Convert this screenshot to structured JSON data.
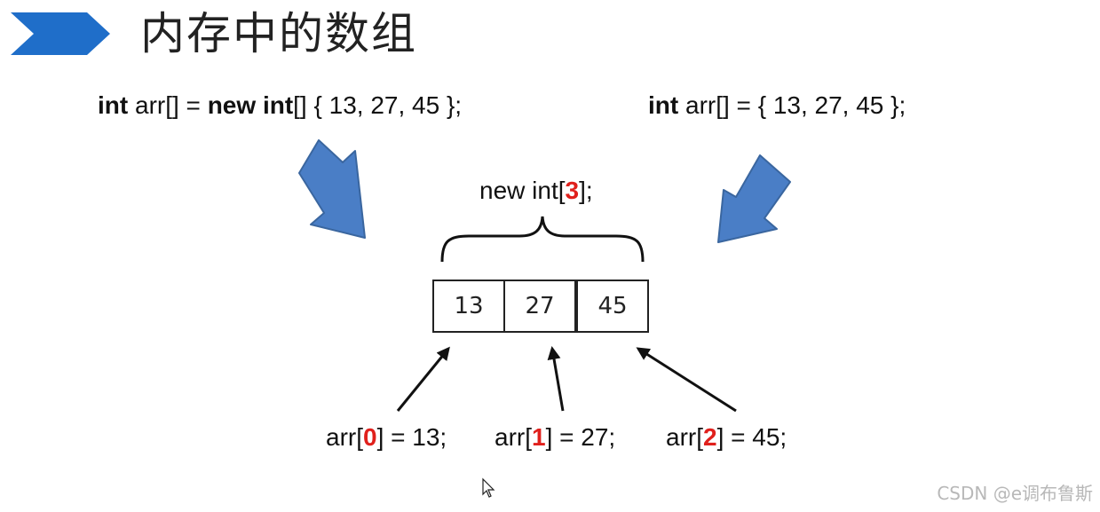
{
  "slide": {
    "title": "内存中的数组",
    "watermark": "CSDN @e调布鲁斯"
  },
  "code_left": {
    "kw_int": "int",
    "part1": " arr[] = ",
    "kw_new": "new",
    "kw_int2": "int",
    "part2": "[] { 13, 27, 45 };"
  },
  "code_right": {
    "kw_int": "int",
    "part1": " arr[] = { 13, 27, 45 };"
  },
  "allocation": {
    "prefix": "new int[",
    "size": "3",
    "suffix": "];"
  },
  "array": {
    "cells": [
      "13",
      "27",
      "45"
    ]
  },
  "access": [
    {
      "prefix": "arr[",
      "index": "0",
      "suffix": "] = 13;"
    },
    {
      "prefix": "arr[",
      "index": "1",
      "suffix": "] = 27;"
    },
    {
      "prefix": "arr[",
      "index": "2",
      "suffix": "] = 45;"
    }
  ],
  "colors": {
    "chevron": "#1f6ec9",
    "big_arrow": "#4a7ec6",
    "index_red": "#e0201c"
  }
}
